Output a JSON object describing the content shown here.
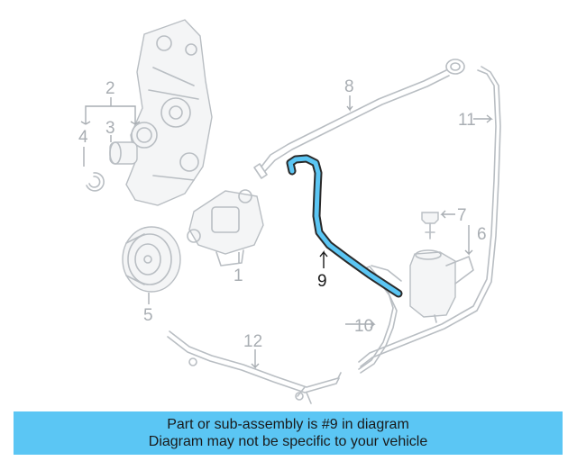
{
  "diagram": {
    "highlight_color": "#5bc6f4",
    "highlighted_part": "9",
    "callouts": [
      {
        "id": "c1",
        "label": "1"
      },
      {
        "id": "c2",
        "label": "2"
      },
      {
        "id": "c3",
        "label": "3"
      },
      {
        "id": "c4",
        "label": "4"
      },
      {
        "id": "c5",
        "label": "5"
      },
      {
        "id": "c6",
        "label": "6"
      },
      {
        "id": "c7",
        "label": "7"
      },
      {
        "id": "c8",
        "label": "8"
      },
      {
        "id": "c9",
        "label": "9"
      },
      {
        "id": "c10",
        "label": "10"
      },
      {
        "id": "c11",
        "label": "11"
      },
      {
        "id": "c12",
        "label": "12"
      }
    ]
  },
  "banner": {
    "line1": "Part or sub-assembly is #9 in diagram",
    "line2": "Diagram may not be specific to your vehicle",
    "background": "#5bc6f4"
  }
}
